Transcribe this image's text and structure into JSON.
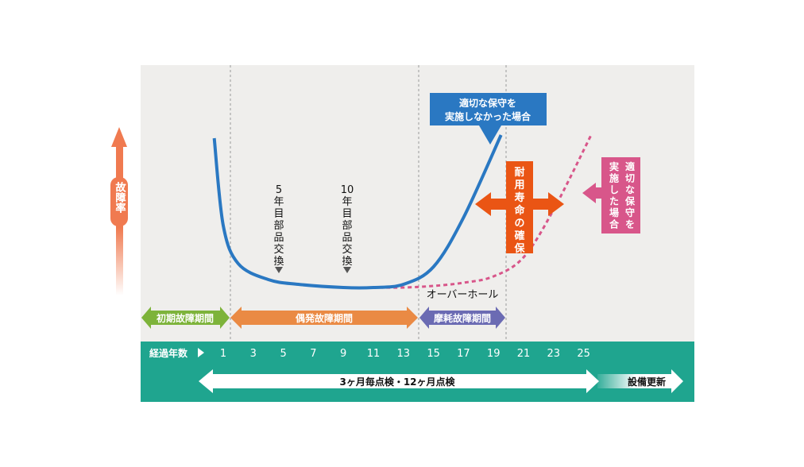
{
  "axis": {
    "y_label": "故障率",
    "x_label": "経過年数",
    "years": [
      "1",
      "3",
      "5",
      "7",
      "9",
      "11",
      "13",
      "15",
      "17",
      "19",
      "21",
      "23",
      "25"
    ]
  },
  "annotations": {
    "replace5": [
      "5",
      "年",
      "目",
      "部",
      "品",
      "交",
      "換"
    ],
    "replace10": [
      "10",
      "年",
      "目",
      "部",
      "品",
      "交",
      "換"
    ],
    "overhaul": "オーバーホール",
    "no_maintenance": [
      "適切な保守を",
      "実施しなかった場合"
    ],
    "with_maintenance": [
      "適",
      "切",
      "な",
      "保",
      "守",
      "を"
    ],
    "with_maintenance2": [
      "実",
      "施",
      "し",
      "た",
      "場",
      "合"
    ],
    "lifespan": [
      "耐",
      "用",
      "寿",
      "命",
      "の",
      "確",
      "保"
    ]
  },
  "periods": {
    "initial": "初期故障期間",
    "random": "偶発故障期間",
    "wearout": "摩耗故障期間"
  },
  "bottom": {
    "inspection": "3ヶ月毎点検・12ヶ月点検",
    "renewal": "設備更新"
  },
  "colors": {
    "blue": "#2a78c2",
    "pink": "#d8568a",
    "orange": "#ea5514",
    "green": "#7db33a",
    "mid": "#ea8a44",
    "purple": "#6b6bb3",
    "teal": "#1fa58f",
    "panel": "#efeeec"
  },
  "chart_data": {
    "type": "line",
    "xlabel": "経過年数",
    "ylabel": "故障率",
    "series": [
      {
        "name": "適切な保守を実施しなかった場合",
        "style": "solid",
        "x": [
          0.4,
          1,
          2,
          4,
          6,
          9,
          11,
          13,
          15,
          17,
          19.5
        ],
        "y": [
          0.95,
          0.4,
          0.16,
          0.06,
          0.03,
          0.01,
          0.01,
          0.03,
          0.14,
          0.45,
          0.97
        ]
      },
      {
        "name": "適切な保守を実施した場合",
        "style": "dotted",
        "x": [
          9,
          11,
          13,
          15,
          17,
          19,
          21,
          23,
          25.5
        ],
        "y": [
          0.01,
          0.01,
          0.01,
          0.02,
          0.04,
          0.08,
          0.2,
          0.5,
          0.97
        ]
      }
    ]
  }
}
